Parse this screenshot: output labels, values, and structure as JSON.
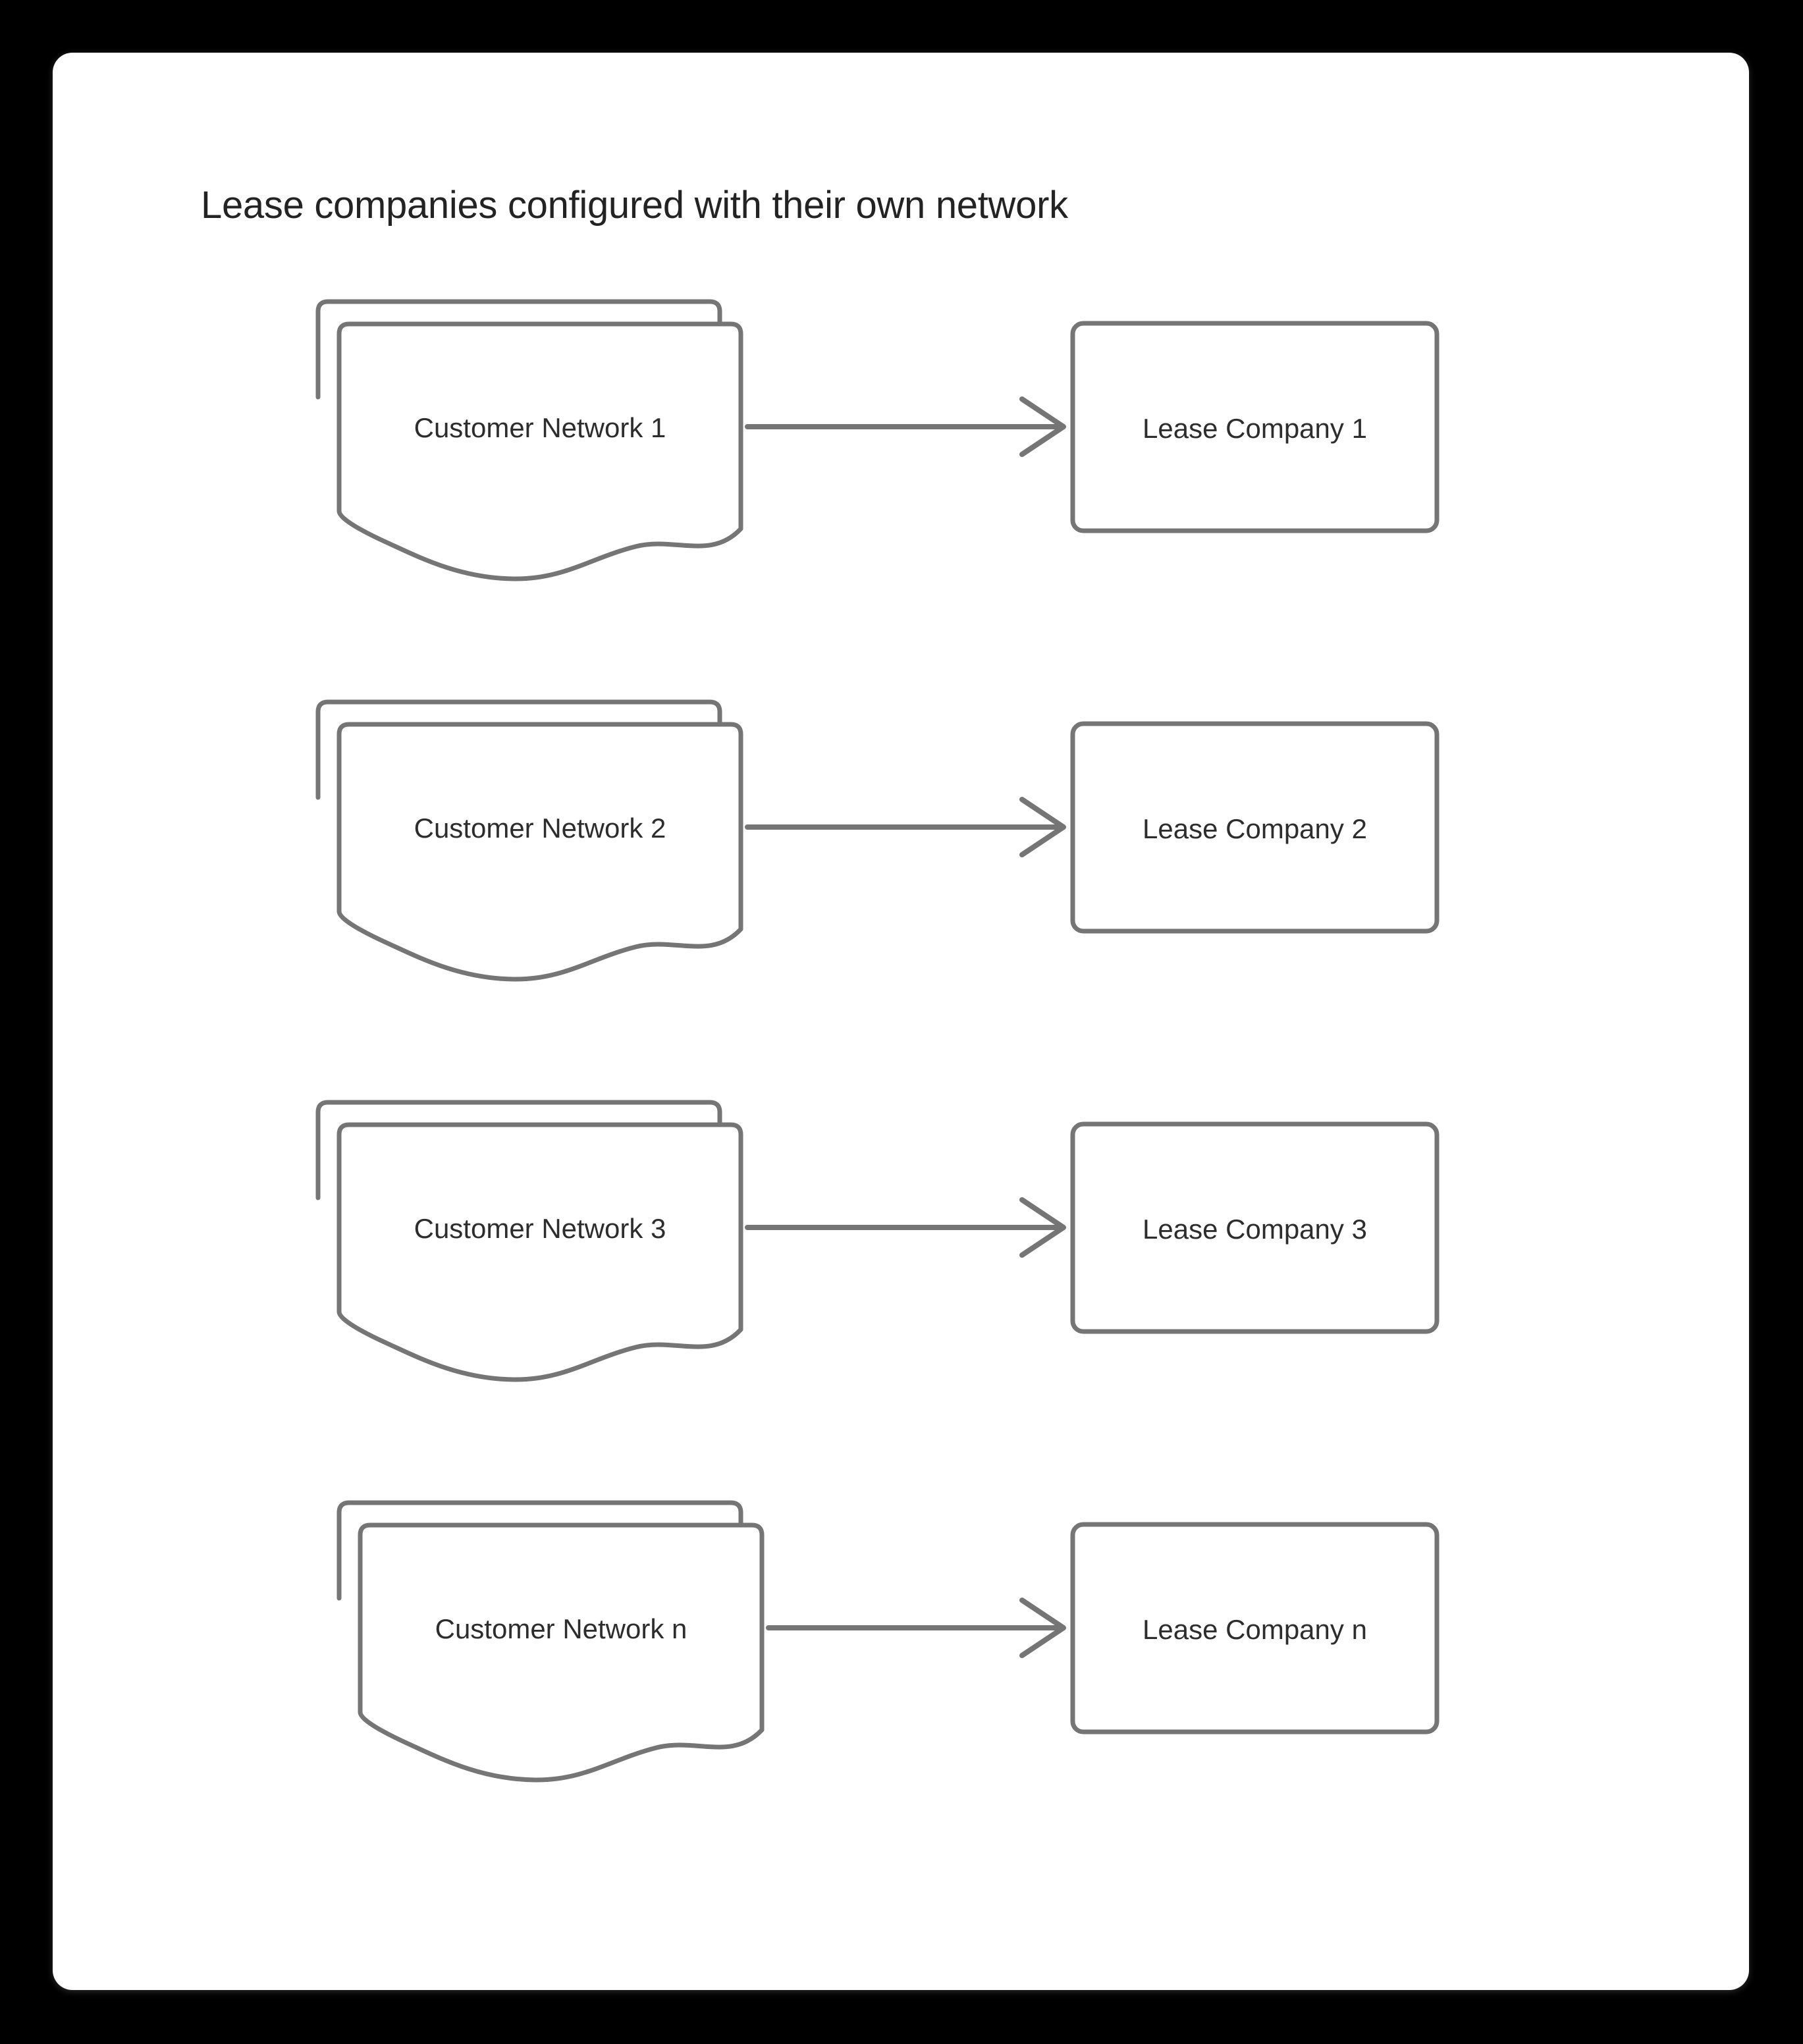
{
  "page": {
    "background_color": "#000000",
    "card_background": "#ffffff"
  },
  "diagram": {
    "title": "Lease companies configured with their own network",
    "title_color": "#232323",
    "stroke_color": "#757575",
    "label_color": "#2d2d2d",
    "connector_type": "arrow-right",
    "rows": [
      {
        "source_label": "Customer Network 1",
        "source_shape": "multi-document",
        "target_label": "Lease Company 1",
        "target_shape": "rounded-rectangle",
        "arrow": "→"
      },
      {
        "source_label": "Customer Network 2",
        "source_shape": "multi-document",
        "target_label": "Lease Company 2",
        "target_shape": "rounded-rectangle",
        "arrow": "→"
      },
      {
        "source_label": "Customer Network 3",
        "source_shape": "multi-document",
        "target_label": "Lease Company 3",
        "target_shape": "rounded-rectangle",
        "arrow": "→"
      },
      {
        "source_label": "Customer Network n",
        "source_shape": "multi-document",
        "target_label": "Lease Company n",
        "target_shape": "rounded-rectangle",
        "arrow": "→"
      }
    ]
  }
}
